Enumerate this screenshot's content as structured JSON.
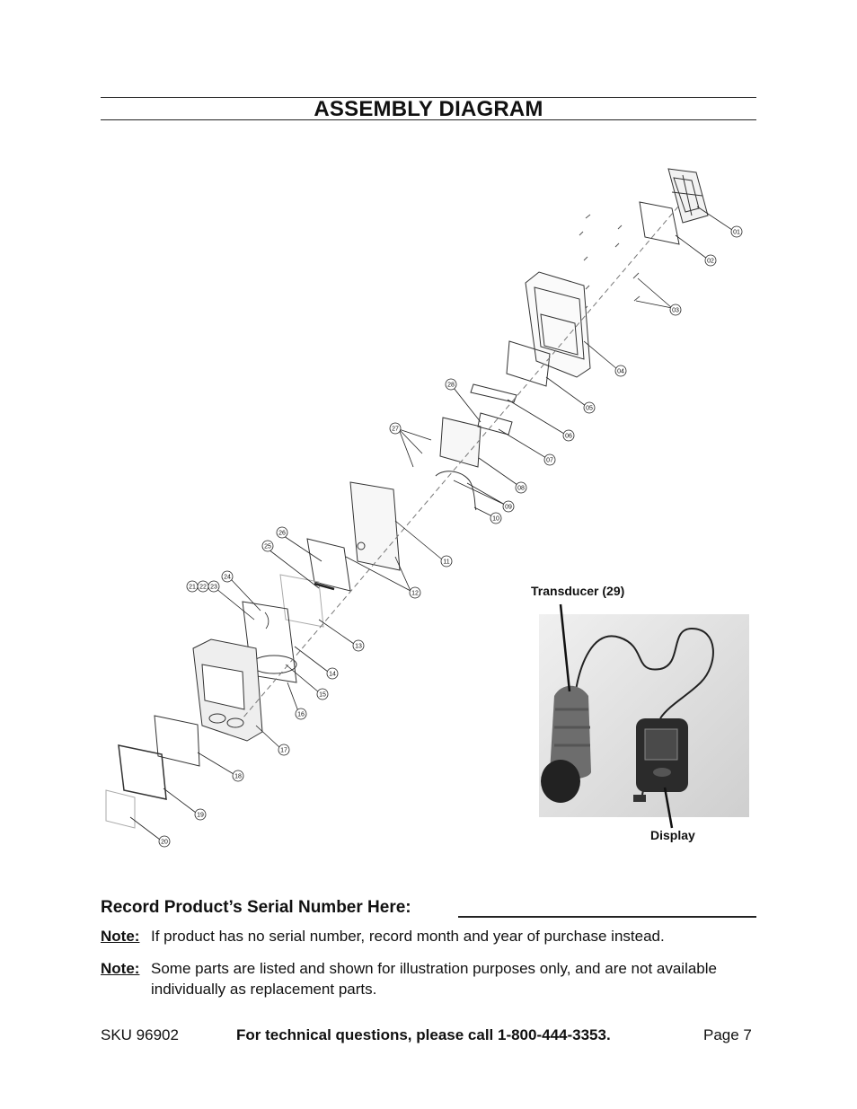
{
  "header": {
    "title": "ASSEMBLY DIAGRAM"
  },
  "diagram": {
    "callouts": [
      "01",
      "02",
      "03",
      "04",
      "05",
      "06",
      "07",
      "08",
      "09",
      "10",
      "11",
      "12",
      "13",
      "14",
      "15",
      "16",
      "17",
      "18",
      "19",
      "20",
      "21",
      "22",
      "23",
      "24",
      "25",
      "26",
      "27",
      "28"
    ]
  },
  "photo": {
    "transducer_label": "Transducer (29)",
    "display_label": "Display"
  },
  "serial": {
    "label": "Record Product’s Serial Number Here:"
  },
  "notes": [
    {
      "label": "Note:",
      "text": "If product has no serial number, record month and year of purchase instead."
    },
    {
      "label": "Note:",
      "text": "Some parts are listed and shown for illustration purposes only, and are not available individually as replacement parts."
    }
  ],
  "footer": {
    "sku": "SKU 96902",
    "support": "For technical questions, please call 1-800-444-3353.",
    "page": "Page 7"
  }
}
